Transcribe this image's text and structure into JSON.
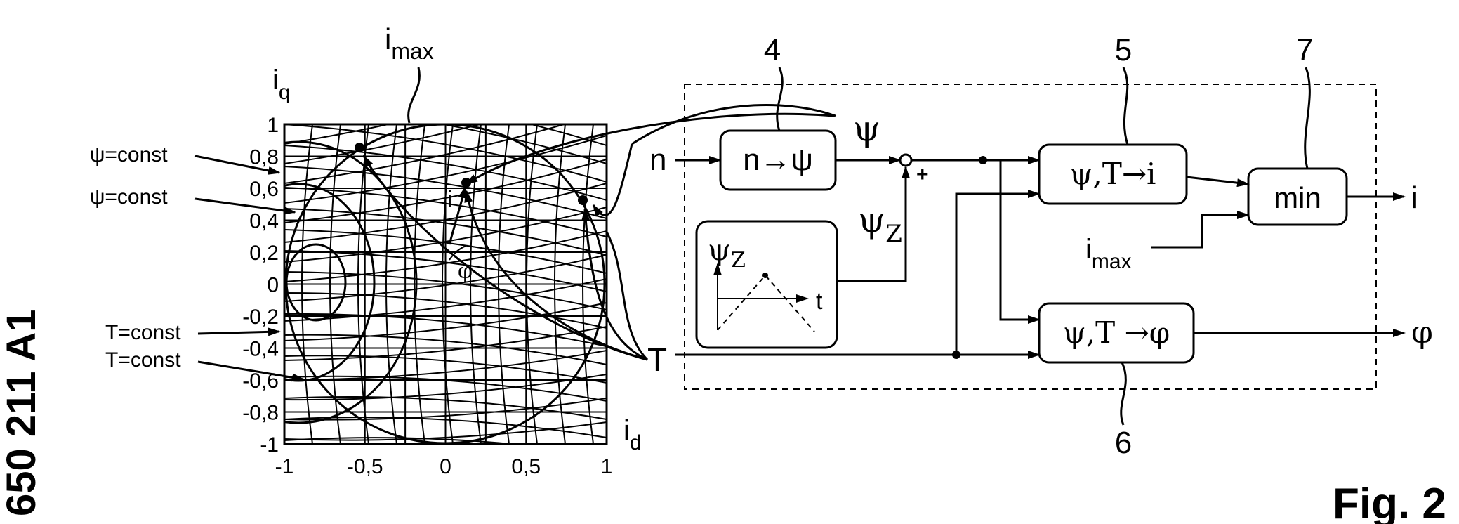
{
  "side_label": "650 211 A1",
  "figure_label": "Fig. 2",
  "chart": {
    "y_axis_label_main": "i",
    "y_axis_label_sub": "q",
    "x_axis_label_main": "i",
    "x_axis_label_sub": "d",
    "y_ticks": [
      "1",
      "0,8",
      "0,6",
      "0,4",
      "0,2",
      "0",
      "-0,2",
      "-0,4",
      "-0,6",
      "-0,8",
      "-1"
    ],
    "x_ticks": [
      "-1",
      "-0,5",
      "0",
      "0,5",
      "1"
    ],
    "imax_main": "i",
    "imax_sub": "max",
    "psi_const_1": "ψ=const",
    "psi_const_2": "ψ=const",
    "t_const_1": "T=const",
    "t_const_2": "T=const",
    "i_marker": "i",
    "phi_marker": "φ"
  },
  "inputs": {
    "n": "n",
    "T": "T",
    "psi": "ψ",
    "psiz_main": "ψ",
    "psiz_sub": "Z"
  },
  "blocks": {
    "n_to_psi": "n→ψ",
    "gen_psi": "ψ",
    "gen_sub": "Z",
    "gen_t": "t",
    "psiT_to_i": "ψ,T→i",
    "psiT_to_phi": "ψ,T →φ",
    "min": "min"
  },
  "sum": {
    "plus": "+"
  },
  "imax_input_main": "i",
  "imax_input_sub": "max",
  "outputs": {
    "i": "i",
    "phi": "φ"
  },
  "refs": {
    "r4": "4",
    "r5": "5",
    "r6": "6",
    "r7": "7"
  }
}
